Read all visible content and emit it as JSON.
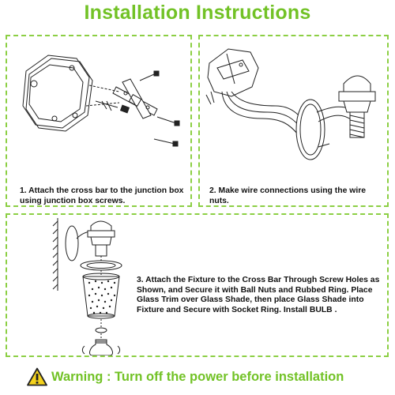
{
  "title": "Installation Instructions",
  "steps": [
    {
      "text": "1. Attach the cross bar to the junction box using  junction box screws."
    },
    {
      "text": "2. Make wire connections using the wire nuts."
    },
    {
      "text": "3. Attach the Fixture to the Cross Bar Through Screw Holes as Shown, and Secure it with Ball Nuts and Rubbed Ring. Place Glass Trim over Glass Shade, then place Glass Shade into Fixture and Secure with Socket Ring. Install BULB ."
    }
  ],
  "warning": {
    "text": "Warning : Turn off the power before installation",
    "icon": "warning-triangle-icon",
    "color": "#72c226"
  },
  "colors": {
    "accent": "#72c226",
    "border": "#8ccf44",
    "warning_icon_fill": "#f4d21c"
  }
}
